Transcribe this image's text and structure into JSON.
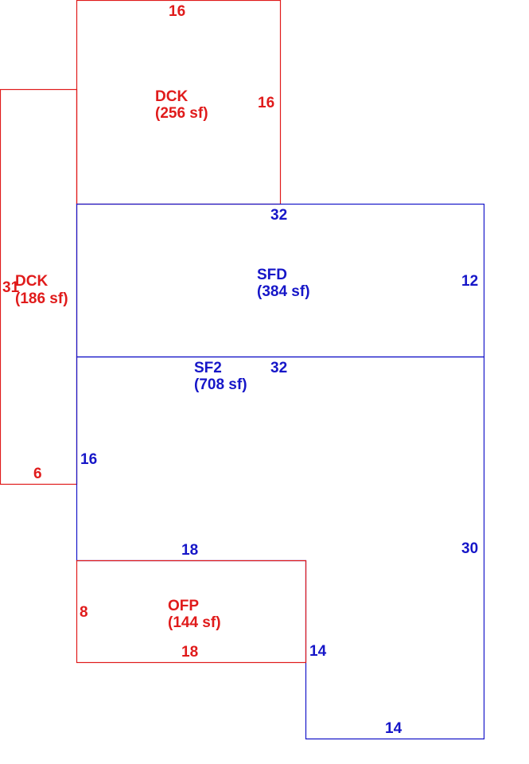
{
  "colors": {
    "deck": "#e01b1b",
    "living": "#1616c8"
  },
  "areas": [
    {
      "code": "DCK",
      "area": "(256 sf)"
    },
    {
      "code": "DCK",
      "area": "(186 sf)"
    },
    {
      "code": "SFD",
      "area": "(384 sf)"
    },
    {
      "code": "SF2",
      "area": "(708 sf)"
    },
    {
      "code": "OFP",
      "area": "(144 sf)"
    }
  ],
  "dimensions": {
    "dck_top_top": "16",
    "dck_top_right": "16",
    "dck_left_side": "31",
    "dck_left_bottom": "6",
    "sfd_top": "32",
    "sfd_right": "12",
    "sf2_top": "32",
    "sf2_left": "16",
    "sf2_inner_top": "18",
    "sf2_right": "30",
    "sf2_inner_right": "14",
    "sf2_bottom": "14",
    "ofp_left": "8",
    "ofp_bottom": "18"
  }
}
